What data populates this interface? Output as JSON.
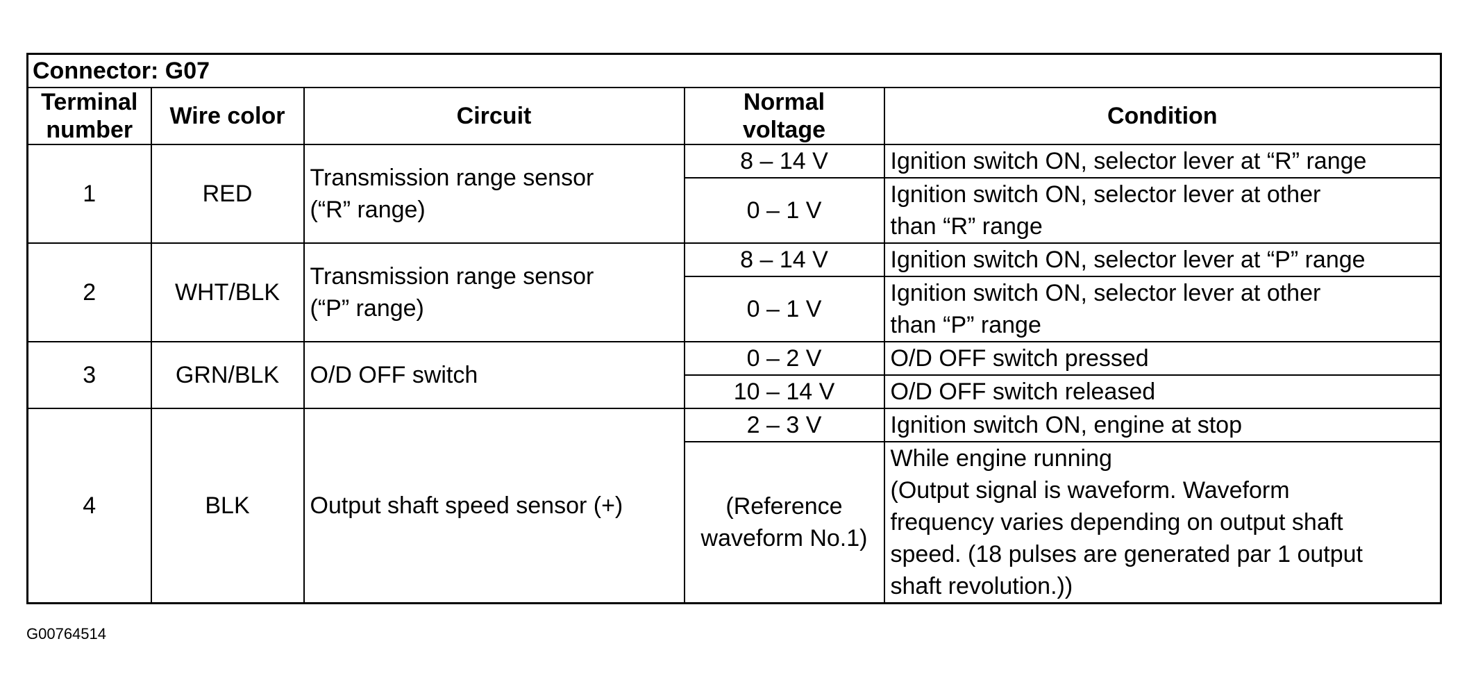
{
  "title": "Connector: G07",
  "headers": {
    "terminal": "Terminal\nnumber",
    "wire": "Wire color",
    "circuit": "Circuit",
    "voltage": "Normal\nvoltage",
    "condition": "Condition"
  },
  "rows": [
    {
      "terminal": "1",
      "wire": "RED",
      "circuit": "Transmission range sensor\n(“R” range)",
      "sub": [
        {
          "voltage": "8 – 14 V",
          "condition": "Ignition switch ON, selector lever at “R” range"
        },
        {
          "voltage": "0 – 1 V",
          "condition": "Ignition switch ON, selector lever at other\nthan “R” range"
        }
      ]
    },
    {
      "terminal": "2",
      "wire": "WHT/BLK",
      "circuit": "Transmission range sensor\n(“P” range)",
      "sub": [
        {
          "voltage": "8 – 14 V",
          "condition": "Ignition switch ON, selector lever at “P” range"
        },
        {
          "voltage": "0 – 1 V",
          "condition": "Ignition switch ON, selector lever at other\nthan “P” range"
        }
      ]
    },
    {
      "terminal": "3",
      "wire": "GRN/BLK",
      "circuit": "O/D OFF switch",
      "sub": [
        {
          "voltage": "0 – 2 V",
          "condition": "O/D OFF switch pressed"
        },
        {
          "voltage": "10 – 14 V",
          "condition": "O/D OFF switch released"
        }
      ]
    },
    {
      "terminal": "4",
      "wire": "BLK",
      "circuit": "Output shaft speed sensor (+)",
      "sub": [
        {
          "voltage": "2 – 3 V",
          "condition": "Ignition switch ON, engine at stop"
        },
        {
          "voltage": "(Reference\nwaveform No.1)",
          "condition": "While engine running\n(Output signal is waveform. Waveform\nfrequency varies depending on output shaft\nspeed. (18 pulses are generated par 1 output\nshaft revolution.))"
        }
      ]
    }
  ],
  "figure_code": "G00764514"
}
